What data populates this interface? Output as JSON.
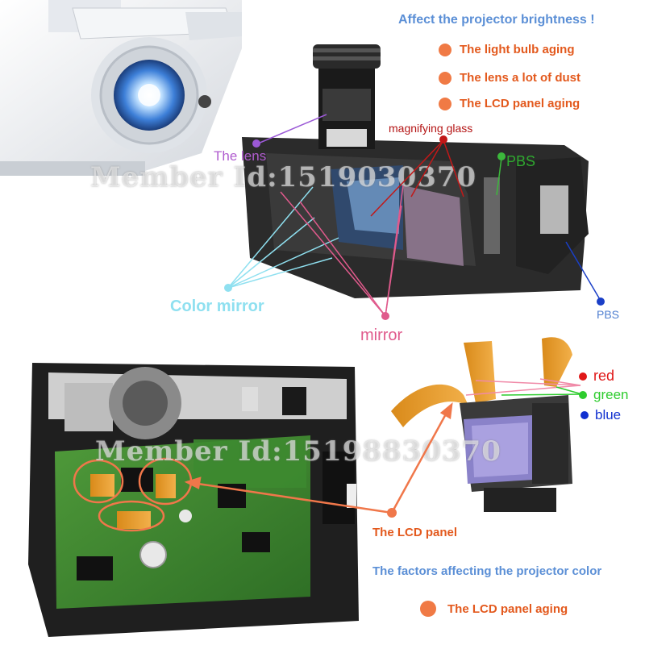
{
  "brightness": {
    "title": "Affect the projector brightness !",
    "factors": [
      "The light bulb aging",
      "The lens a lot of dust",
      "The LCD panel aging"
    ]
  },
  "optics_labels": {
    "lens": "The lens",
    "magnifying_glass": "magnifying glass",
    "pbs_top": "PBS",
    "pbs_bottom": "PBS",
    "color_mirror": "Color mirror",
    "mirror": "mirror"
  },
  "lcd_labels": {
    "lcd_panel": "The LCD panel",
    "red": "red",
    "green": "green",
    "blue": "blue"
  },
  "color_factors": {
    "title": "The factors affecting the projector color",
    "items": [
      "The LCD panel aging"
    ]
  },
  "watermark": {
    "top": "Member Id:1519030370",
    "bottom": "Member Id:15198830370"
  },
  "colors": {
    "title_blue": "#5b8fd6",
    "bullet_orange": "#f07a45",
    "bullet_text": "#e3591d",
    "lens_line": "#9b59d6",
    "magnify_line": "#c21818",
    "pbs_green": "#3cb83c",
    "pbs_blue": "#1a3fc7",
    "color_mirror": "#8fe0f0",
    "mirror_pink": "#e05a8c",
    "lcd_arrow": "#f0774a",
    "red": "#e01818",
    "green": "#2ecc2e",
    "blue": "#1030d0"
  }
}
